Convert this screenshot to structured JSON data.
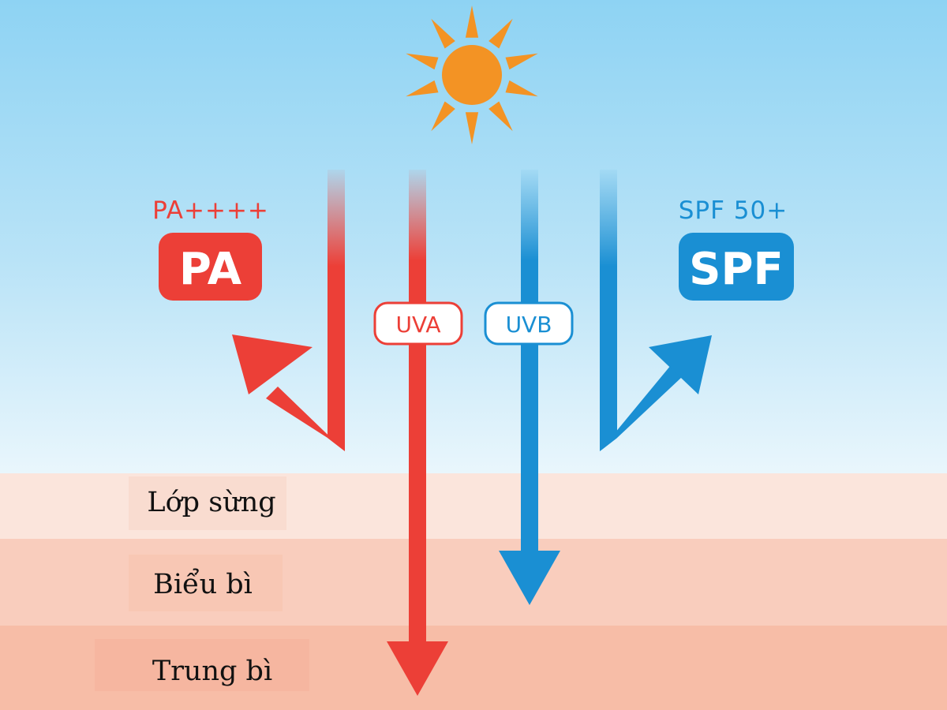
{
  "colors": {
    "sky_top": "#8ed3f3",
    "sky_bottom": "#e9f6fc",
    "layer_corneum": "#fbe5dc",
    "layer_epidermis": "#f9cdbd",
    "layer_dermis": "#f7bda7",
    "label_box": "#f8d8cb",
    "uva_red": "#ec3f37",
    "uvb_blue": "#1a8fd3",
    "sun_orange": "#f39324",
    "layer_text": "#111111"
  },
  "sun": {
    "icon": "sun-icon"
  },
  "pa": {
    "rating": "PA++++",
    "badge": "PA"
  },
  "spf": {
    "rating": "SPF 50+",
    "badge": "SPF"
  },
  "rays": {
    "uva_label": "UVA",
    "uvb_label": "UVB"
  },
  "layers": [
    {
      "label": "Lớp sừng"
    },
    {
      "label": "Biểu bì"
    },
    {
      "label": "Trung bì"
    }
  ]
}
